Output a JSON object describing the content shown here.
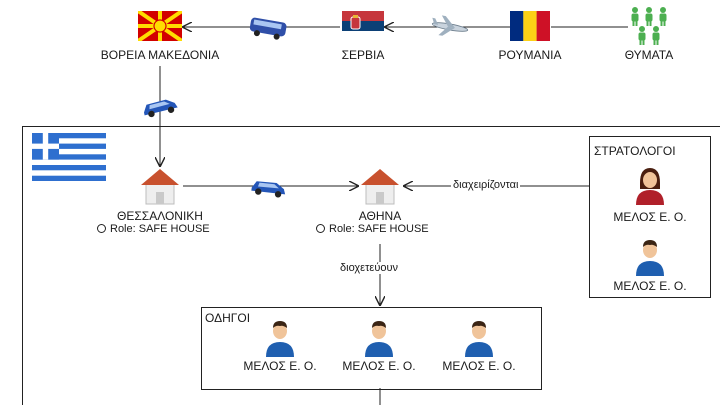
{
  "top_chain": {
    "macedonia": "ΒΟΡΕΙΑ ΜΑΚΕΔΟΝΙΑ",
    "serbia": "ΣΕΡΒΙΑ",
    "romania": "ΡΟΥΜΑΝΙΑ",
    "victims": "ΘΥΜΑΤΑ"
  },
  "greece": {
    "thessaloniki": {
      "name": "ΘΕΣΣΑΛΟΝΙΚΗ",
      "role": "Role: SAFE HOUSE"
    },
    "athens": {
      "name": "ΑΘΗΝΑ",
      "role": "Role: SAFE HOUSE"
    },
    "manage_label": "διαχειρίζονται",
    "channel_label": "διοχετεύουν"
  },
  "recruiters": {
    "title": "ΣΤΡΑΤΟΛΟΓΟΙ",
    "members": [
      "ΜΕΛΟΣ Ε. Ο.",
      "ΜΕΛΟΣ Ε. Ο."
    ]
  },
  "drivers": {
    "title": "ΟΔΗΓΟΙ",
    "members": [
      "ΜΕΛΟΣ Ε. Ο.",
      "ΜΕΛΟΣ Ε. Ο.",
      "ΜΕΛΟΣ Ε. Ο."
    ]
  },
  "colors": {
    "line": "#222222",
    "person_blue": "#1f5fb0",
    "person_red": "#b0202a",
    "car": "#2456b8",
    "roof": "#c8512e"
  },
  "icons": [
    "macedonia-flag-icon",
    "serbia-flag-icon",
    "romania-flag-icon",
    "greece-flag-icon",
    "victims-group-icon",
    "bus-icon",
    "airplane-icon",
    "car-icon",
    "house-icon",
    "person-icon"
  ]
}
